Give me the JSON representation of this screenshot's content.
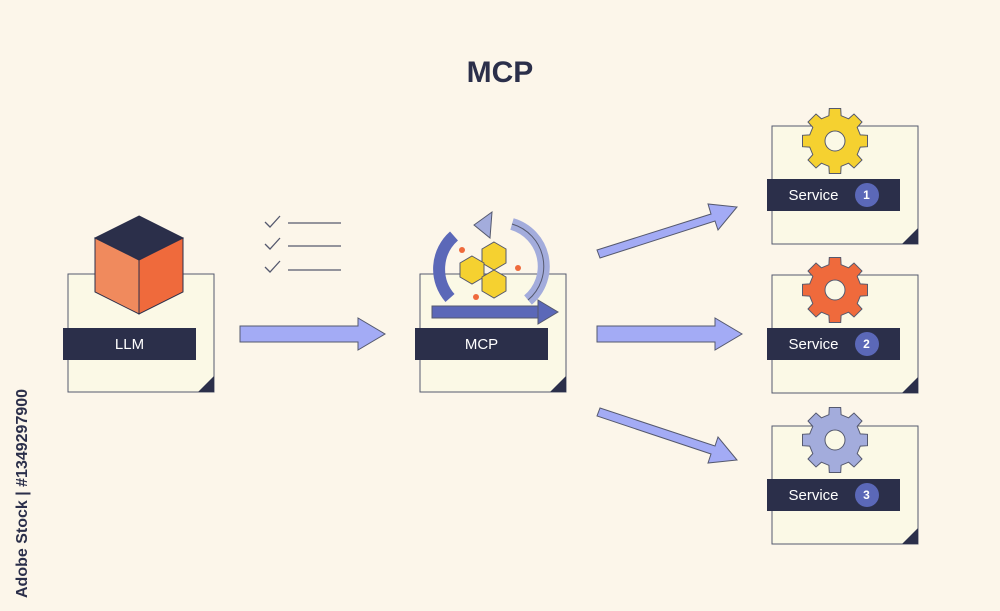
{
  "title": "MCP",
  "watermark_id": "Adobe Stock | #1349297900",
  "nodes": {
    "llm": {
      "label": "LLM",
      "icon": "cube-icon"
    },
    "mcp": {
      "label": "MCP",
      "icon": "hexagon-cycle-icon"
    },
    "services": [
      {
        "label": "Service",
        "number": "1",
        "icon": "gear-icon",
        "gear_color": "#f5d130"
      },
      {
        "label": "Service",
        "number": "2",
        "icon": "gear-icon",
        "gear_color": "#ef6a3c"
      },
      {
        "label": "Service",
        "number": "3",
        "icon": "gear-icon",
        "gear_color": "#a3acdc"
      }
    ]
  },
  "colors": {
    "background": "#fcf6ea",
    "card": "#fbf9e6",
    "label_bg": "#2b2f4a",
    "arrow": "#a3abf5",
    "badge": "#5b68b8"
  }
}
